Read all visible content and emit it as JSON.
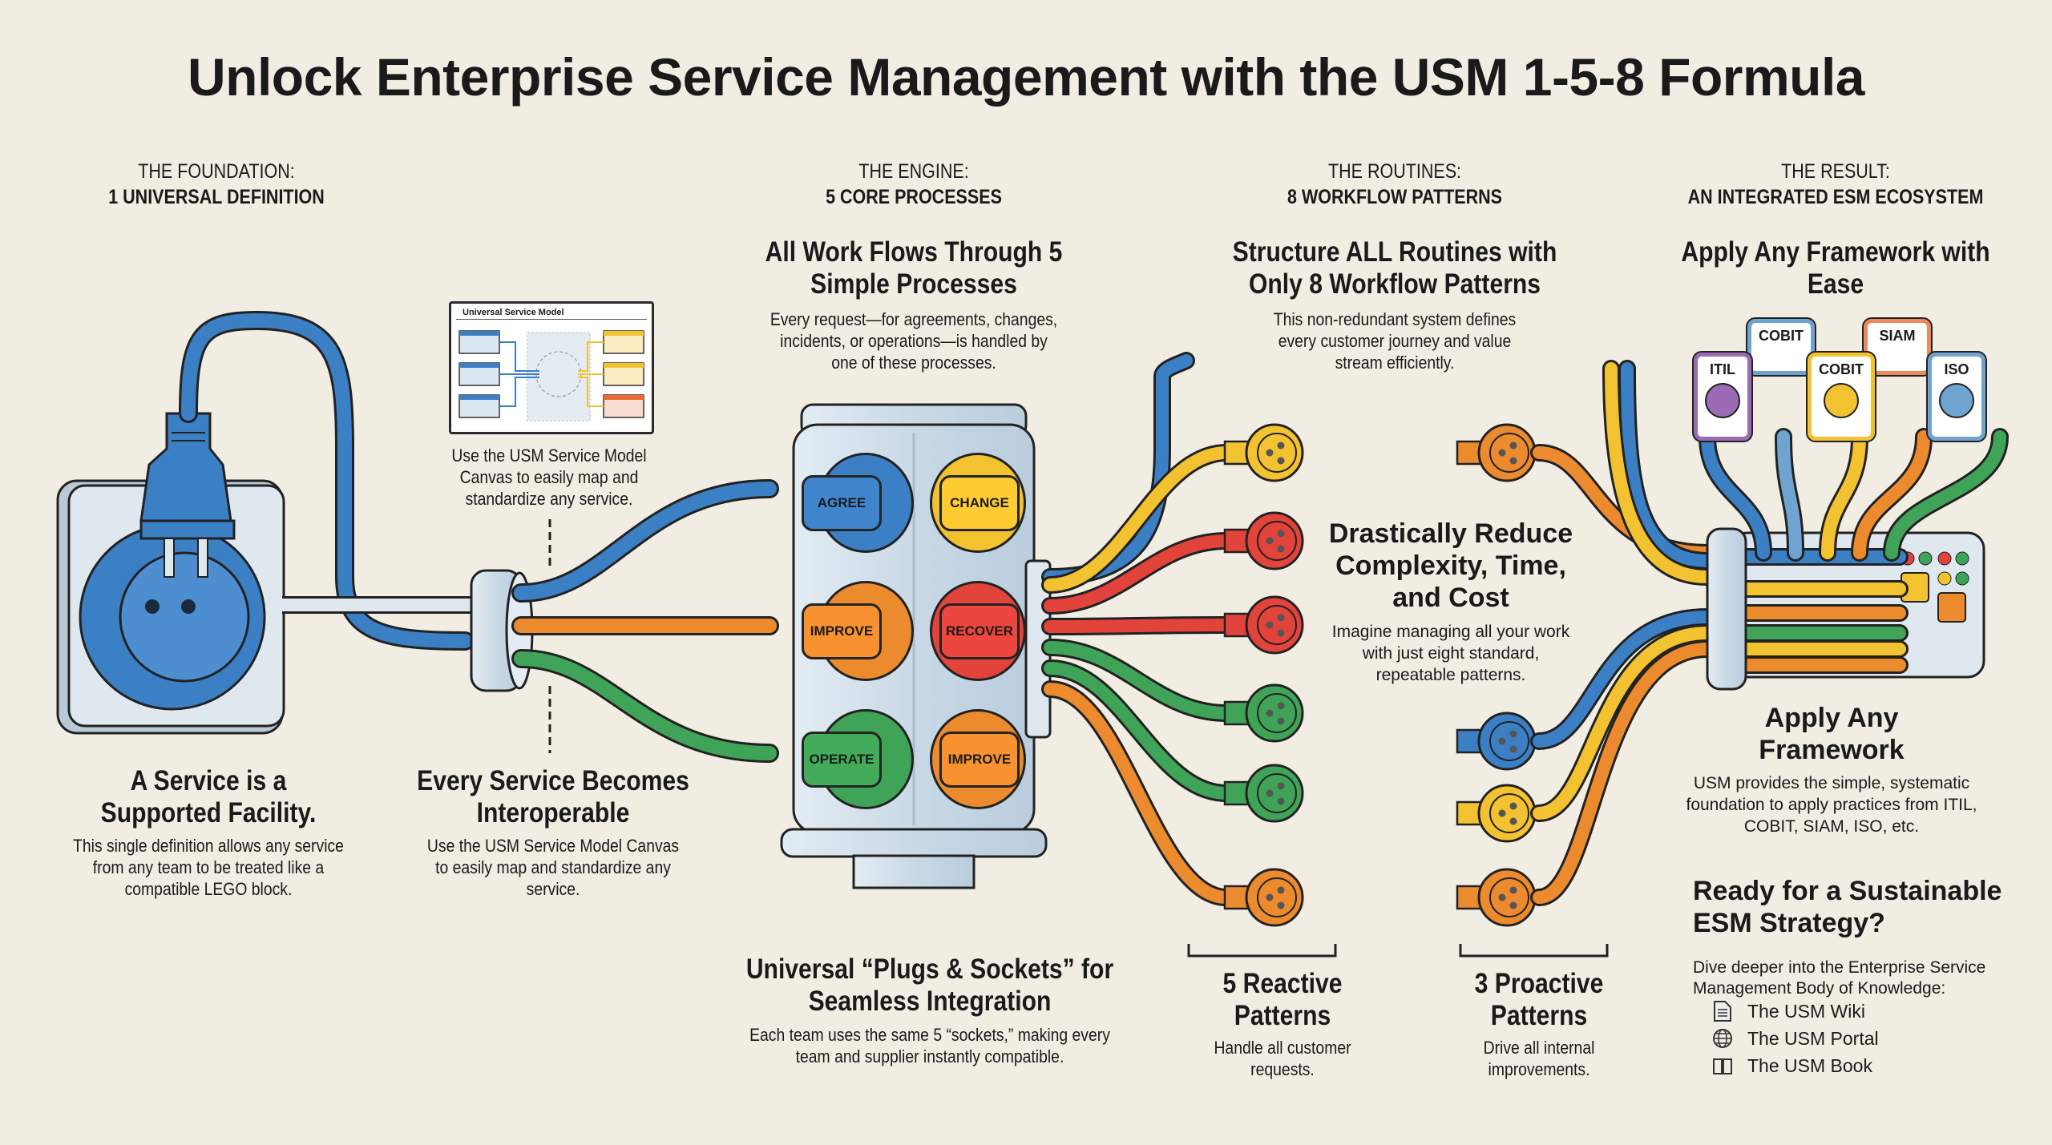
{
  "title": "Unlock Enterprise Service Management with the USM 1-5-8 Formula",
  "columns": [
    {
      "label": "THE FOUNDATION:",
      "sub": "1 UNIVERSAL DEFINITION"
    },
    {
      "label": "THE ENGINE:",
      "sub": "5 CORE PROCESSES"
    },
    {
      "label": "THE ROUTINES:",
      "sub": "8 WORKFLOW PATTERNS"
    },
    {
      "label": "THE RESULT:",
      "sub": "AN INTEGRATED ESM ECOSYSTEM"
    }
  ],
  "foundation": {
    "heading": "A Service is a Supported Facility.",
    "body": "This single definition allows any service from any team to be treated like a compatible LEGO block."
  },
  "canvas": {
    "title": "Universal Service Model",
    "caption": "Use the USM Service Model Canvas to easily map and standardize any service."
  },
  "interop": {
    "heading": "Every Service Becomes Interoperable",
    "body": "Use the USM Service Model Canvas to easily map and standardize any service."
  },
  "engine": {
    "heading": "All Work Flows Through 5 Simple Processes",
    "body": "Every request—for agreements, changes, incidents, or operations—is handled by one of these processes.",
    "sockets": [
      {
        "label": "AGREE",
        "color": "#3b7fc4"
      },
      {
        "label": "CHANGE",
        "color": "#f2c230"
      },
      {
        "label": "IMPROVE",
        "color": "#ec8a2e"
      },
      {
        "label": "RECOVER",
        "color": "#e2433b"
      },
      {
        "label": "OPERATE",
        "color": "#3fa457"
      },
      {
        "label": "IMPROVE",
        "color": "#ec8a2e"
      }
    ],
    "plugs_heading": "Universal “Plugs & Sockets” for Seamless Integration",
    "plugs_body": "Each team uses the same 5 “sockets,” making every team and supplier instantly compatible."
  },
  "routines": {
    "heading": "Structure ALL Routines with Only 8 Workflow Patterns",
    "body": "This non-redundant system defines every customer journey and value stream efficiently.",
    "reduce_heading": "Drastically Reduce Complexity, Time, and Cost",
    "reduce_body": "Imagine managing all your work with just eight standard, repeatable patterns.",
    "reactive": {
      "heading": "5 Reactive Patterns",
      "body": "Handle all customer requests.",
      "colors": [
        "#f2c230",
        "#e2433b",
        "#e2433b",
        "#3fa457",
        "#3fa457",
        "#ec8a2e"
      ]
    },
    "proactive": {
      "heading": "3 Proactive Patterns",
      "body": "Drive all internal improvements.",
      "colors": [
        "#ec8a2e",
        "#3b7fc4",
        "#f2c230",
        "#ec8a2e"
      ]
    }
  },
  "result": {
    "heading": "Apply Any Framework with Ease",
    "frameworks": [
      {
        "label": "ITIL",
        "color": "#9b6bb5"
      },
      {
        "label": "COBIT",
        "color": "#6fa4d0"
      },
      {
        "label": "COBIT",
        "color": "#f2c230"
      },
      {
        "label": "SIAM",
        "color": "#ec8a5e"
      },
      {
        "label": "ISO",
        "color": "#6fa4d0"
      }
    ],
    "apply_heading": "Apply Any Framework",
    "apply_body": "USM provides the simple, systematic foundation to apply practices from ITIL, COBIT, SIAM, ISO, etc.",
    "cta_heading": "Ready for a Sustainable ESM Strategy?",
    "cta_body": "Dive deeper into the Enterprise Service Management Body of Knowledge:",
    "resources": [
      {
        "label": "The USM Wiki",
        "icon": "document-icon"
      },
      {
        "label": "The USM Portal",
        "icon": "globe-icon"
      },
      {
        "label": "The USM Book",
        "icon": "book-icon"
      }
    ]
  },
  "colors": {
    "background": "#f1ede3",
    "blue": "#3b7fc4",
    "yellow": "#f2c230",
    "orange": "#ec8a2e",
    "red": "#e2433b",
    "green": "#3fa457",
    "steel": "#cfdde9"
  }
}
